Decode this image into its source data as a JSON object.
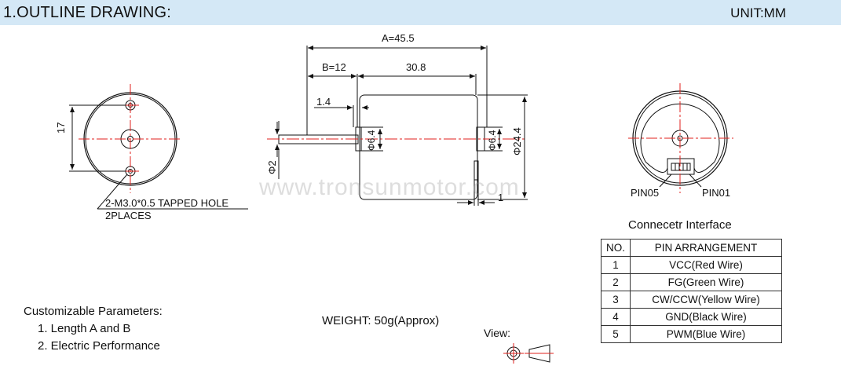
{
  "header": {
    "title": "1.OUTLINE DRAWING:",
    "unit": "UNIT:MM"
  },
  "front_view": {
    "dim_17": "17",
    "hole_note_line1": "2-M3.0*0.5 TAPPED HOLE",
    "hole_note_line2": "2PLACES"
  },
  "side_view": {
    "dim_a": "A=45.5",
    "dim_b": "B=12",
    "dim_body": "30.8",
    "dim_1_4": "1.4",
    "dim_shaft": "Φ2",
    "dim_boss_front": "Φ6.4",
    "dim_boss_rear": "Φ6.4",
    "dim_body_dia": "Φ24.4",
    "dim_1": "1"
  },
  "rear_view": {
    "pin05": "PIN05",
    "pin01": "PIN01"
  },
  "watermark": "www.tronsunmotor.com",
  "connector": {
    "title": "Connecetr Interface",
    "headers": [
      "NO.",
      "PIN ARRANGEMENT"
    ],
    "rows": [
      [
        "1",
        "VCC(Red Wire)"
      ],
      [
        "2",
        "FG(Green Wire)"
      ],
      [
        "3",
        "CW/CCW(Yellow Wire)"
      ],
      [
        "4",
        "GND(Black Wire)"
      ],
      [
        "5",
        "PWM(Blue Wire)"
      ]
    ]
  },
  "params": {
    "title": "Customizable Parameters:",
    "items": [
      "1. Length A and B",
      "2. Electric Performance"
    ]
  },
  "weight": "WEIGHT:  50g(Approx)",
  "view_label": "View:",
  "colors": {
    "header_bg": "#d4e8f6",
    "centerline": "#e0201c",
    "line": "#111111"
  }
}
